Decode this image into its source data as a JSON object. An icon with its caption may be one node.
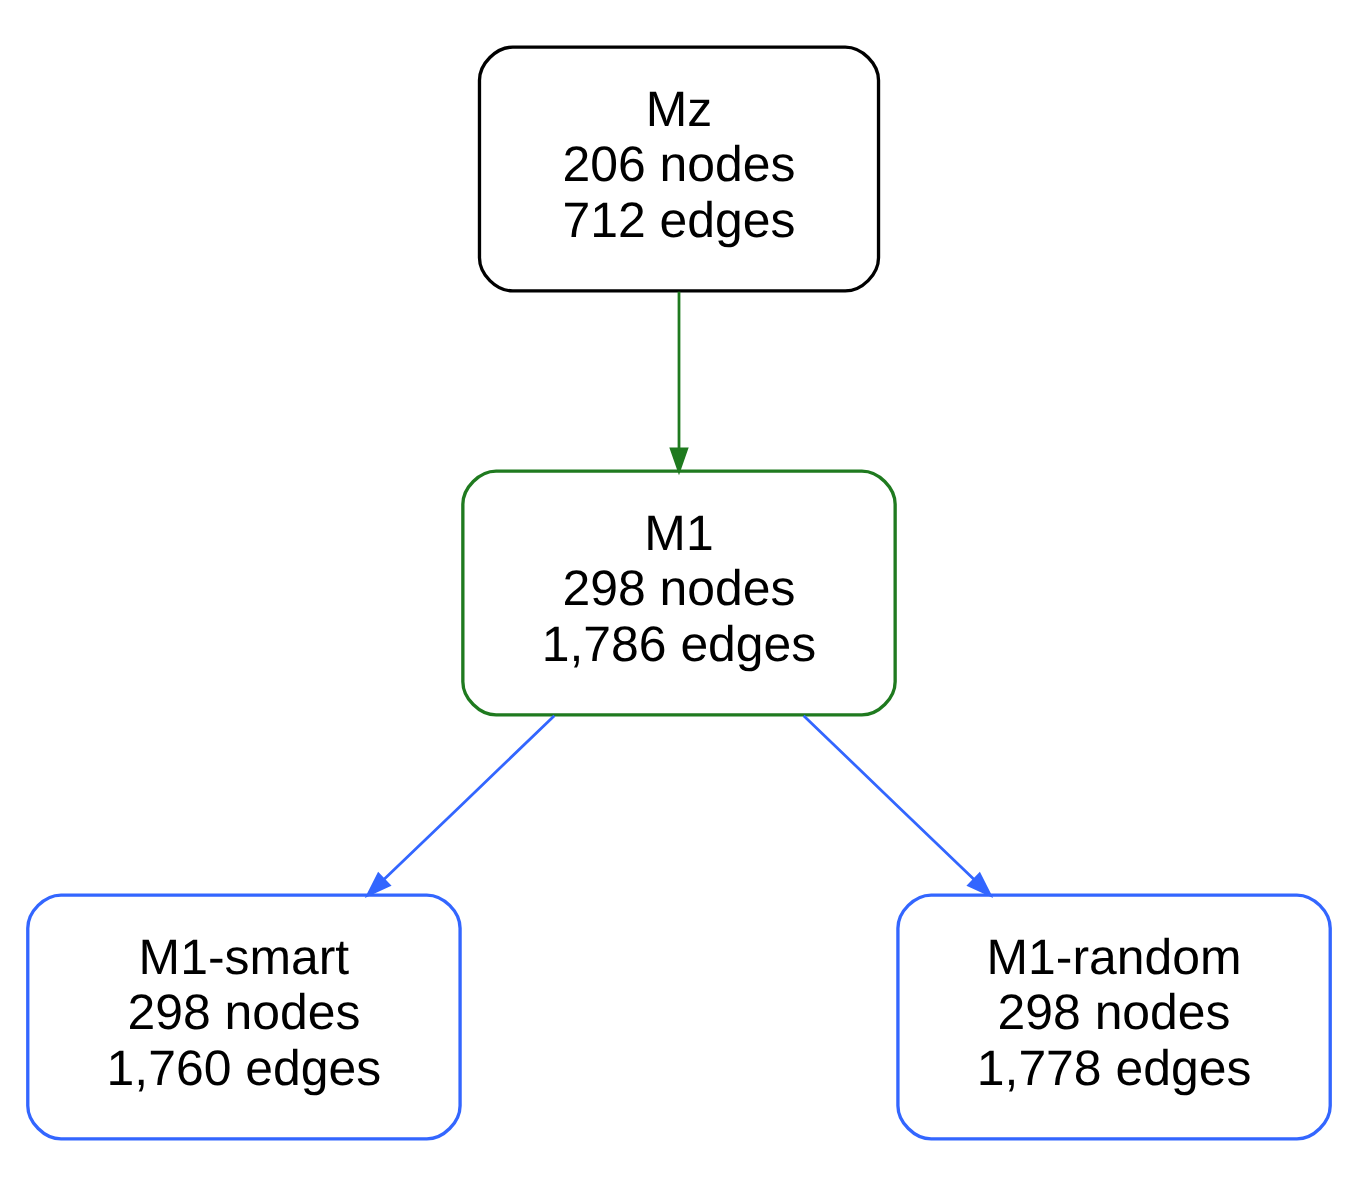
{
  "diagram": {
    "nodes": [
      {
        "text": [
          "Mz",
          "206 nodes",
          "712 edges"
        ]
      },
      {
        "text": [
          "M1",
          "298 nodes",
          "1,786 edges"
        ]
      },
      {
        "text": [
          "M1-smart",
          "298 nodes",
          "1,760 edges"
        ]
      },
      {
        "text": [
          "M1-random",
          "298 nodes",
          "1,778 edges"
        ]
      }
    ],
    "edges": [
      {
        "from": 0,
        "to": 1,
        "arrow": "to",
        "color": "#1f7a1f"
      },
      {
        "from": 1,
        "to": 2,
        "arrow": "to"
      },
      {
        "from": 1,
        "to": 3,
        "arrow": "to"
      }
    ]
  }
}
